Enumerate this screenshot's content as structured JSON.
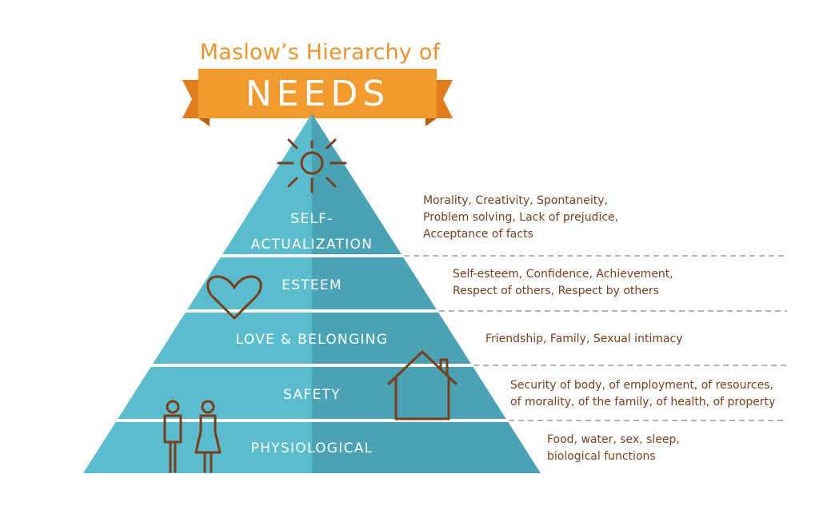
{
  "title": {
    "line1": "Maslow’s Hierarchy of",
    "banner": "NEEDS"
  },
  "levels": [
    {
      "label_lines": [
        "SELF-",
        "ACTUALIZATION"
      ],
      "icon": "sun-icon",
      "description": [
        "Morality, Creativity, Spontaneity,",
        "Problem solving, Lack of prejudice,",
        "Acceptance of facts"
      ]
    },
    {
      "label_lines": [
        "ESTEEM"
      ],
      "icon": "heart-icon",
      "description": [
        "Self-esteem, Confidence, Achievement,",
        "Respect of others, Respect by others"
      ]
    },
    {
      "label_lines": [
        "LOVE & BELONGING"
      ],
      "icon": "",
      "description": [
        "Friendship, Family, Sexual intimacy"
      ]
    },
    {
      "label_lines": [
        "SAFETY"
      ],
      "icon": "house-icon",
      "description": [
        "Security of body, of employment, of resources,",
        "of morality, of the family, of health, of property"
      ]
    },
    {
      "label_lines": [
        "PHYSIOLOGICAL"
      ],
      "icon": "people-icon",
      "description": [
        "Food, water, sex, sleep,",
        "biological functions"
      ]
    }
  ],
  "colors": {
    "pyramid_light": "#5bbccd",
    "pyramid_dark": "#4aa3b4",
    "banner": "#f39a2e",
    "banner_tail": "#e07d1f",
    "icon_stroke": "#7a3e1d",
    "title_text": "#f0922c",
    "description_text": "#7a3e1d",
    "divider": "#9a9a9a"
  }
}
